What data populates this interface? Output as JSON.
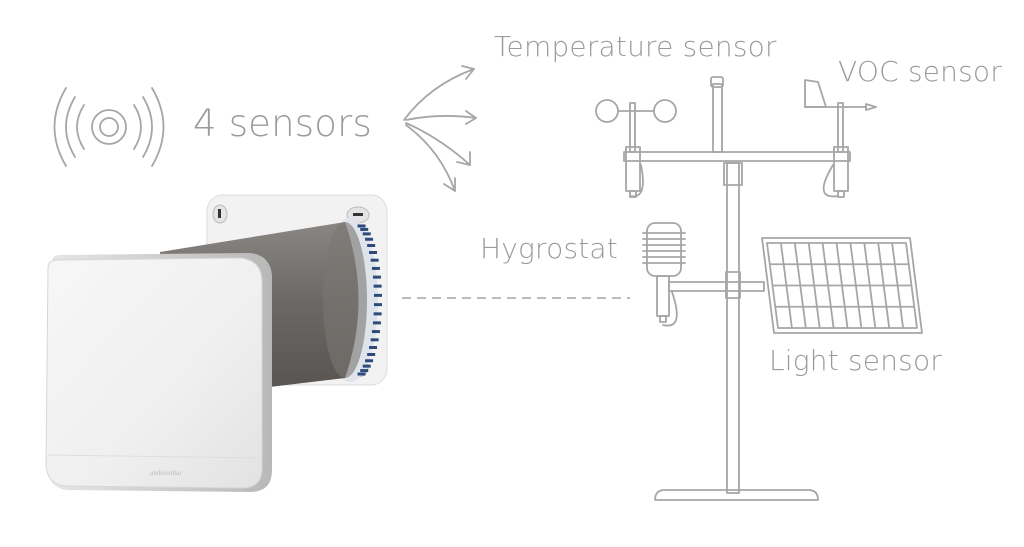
{
  "heading": {
    "sensor_count_label": "4 sensors",
    "signal_icon": "wireless-signal-icon"
  },
  "sensors": [
    {
      "id": "temperature",
      "label": "Temperature sensor"
    },
    {
      "id": "voc",
      "label": "VOC sensor"
    },
    {
      "id": "hygrostat",
      "label": "Hygrostat"
    },
    {
      "id": "light",
      "label": "Light sensor"
    }
  ],
  "product": {
    "name": "wall-mounted ventilation unit",
    "brand_mark": "ambientika"
  },
  "colors": {
    "line": "#a6a6a6",
    "text": "#9a9a9a",
    "cylinder": "#6f6b68",
    "fan_blue": "#2d4a7a"
  }
}
